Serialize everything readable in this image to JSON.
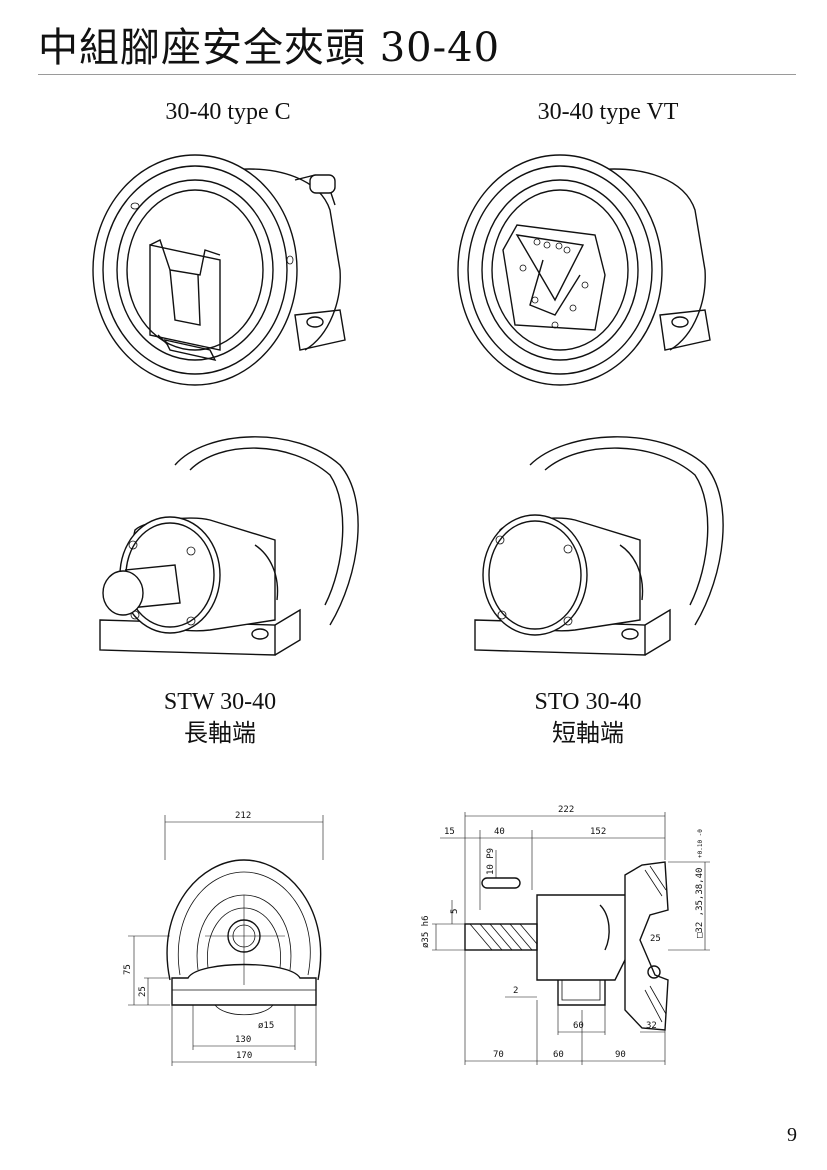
{
  "page": {
    "title": "中組腳座安全夾頭 30-40",
    "page_number": "9"
  },
  "figures": {
    "type_c": {
      "caption": "30-40 type C"
    },
    "type_vt": {
      "caption": "30-40 type VT"
    },
    "stw": {
      "caption_model": "STW 30-40",
      "caption_desc": "長軸端"
    },
    "sto": {
      "caption_model": "STO 30-40",
      "caption_desc": "短軸端"
    }
  },
  "drawing_front": {
    "dims": {
      "width_top": "212",
      "height": "75",
      "base_height": "25",
      "hole_dia": "ø15",
      "hole_spacing": "130",
      "base_width": "170"
    }
  },
  "drawing_side": {
    "dims": {
      "overall": "222",
      "flange": "15",
      "shaft_len": "40",
      "body_len": "152",
      "key": "10 P9",
      "shaft_dia": "ø35 h6",
      "key_depth": "5",
      "square": "□32 ,35,38,40",
      "square_tol": "+0.10 -0",
      "jaw": "25",
      "step": "2",
      "foot": "60",
      "end": "32",
      "seg1": "70",
      "seg2": "60",
      "seg3": "90"
    }
  }
}
